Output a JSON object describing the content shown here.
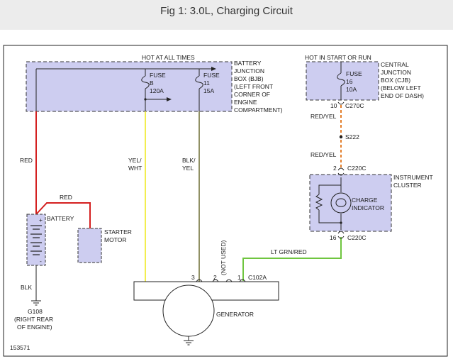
{
  "header": {
    "title": "Fig 1: 3.0L, Charging Circuit"
  },
  "colors": {
    "box_fill": "#cdcdf0",
    "wire_red": "#d42020",
    "wire_yellow": "#f2ee50",
    "wire_olive": "#6b6b30",
    "wire_orange": "#e37f2c",
    "wire_green": "#6fc53f"
  },
  "diagram": {
    "hot_at_all_times": "HOT AT ALL TIMES",
    "hot_in_start_or_run": "HOT IN START OR RUN",
    "bjb": {
      "lines": [
        "BATTERY",
        "JUNCTION",
        "BOX (BJB)",
        "(LEFT FRONT",
        "CORNER OF",
        "ENGINE",
        "COMPARTMENT)"
      ],
      "fuse_b": [
        "FUSE",
        "B",
        "120A"
      ],
      "fuse_11": [
        "FUSE",
        "11",
        "15A"
      ]
    },
    "cjb": {
      "lines": [
        "CENTRAL",
        "JUNCTION",
        "BOX (CJB)",
        "(BELOW LEFT",
        "END OF DASH)"
      ],
      "fuse_16": [
        "FUSE",
        "16",
        "10A"
      ]
    },
    "cluster": {
      "lines": [
        "INSTRUMENT",
        "CLUSTER"
      ],
      "indicator": [
        "CHARGE",
        "INDICATOR"
      ]
    },
    "wires": {
      "red_main": "RED",
      "red_starter": "RED",
      "yel_wht": [
        "YEL/",
        "WHT"
      ],
      "blk_yel": [
        "BLK/",
        "YEL"
      ],
      "red_yel_1": "RED/YEL",
      "red_yel_2": "RED/YEL",
      "lt_grn_red": "LT GRN/RED",
      "blk": "BLK"
    },
    "connectors": {
      "c270c_pin": "10",
      "c270c": "C270C",
      "s222": "S222",
      "c220c_top_pin": "2",
      "c220c_top": "C220C",
      "c220c_bottom_pin": "16",
      "c220c_bottom": "C220C",
      "c102a": "C102A",
      "pin3": "3",
      "pin2": "2",
      "pin1": "1",
      "not_used": "(NOT USED)"
    },
    "components": {
      "battery": "BATTERY",
      "battery_plus": "+",
      "battery_minus": "-",
      "starter": [
        "STARTER",
        "MOTOR"
      ],
      "generator": "GENERATOR",
      "ground": [
        "G108",
        "(RIGHT REAR",
        "OF ENGINE)"
      ]
    },
    "figure_number": "153571"
  }
}
